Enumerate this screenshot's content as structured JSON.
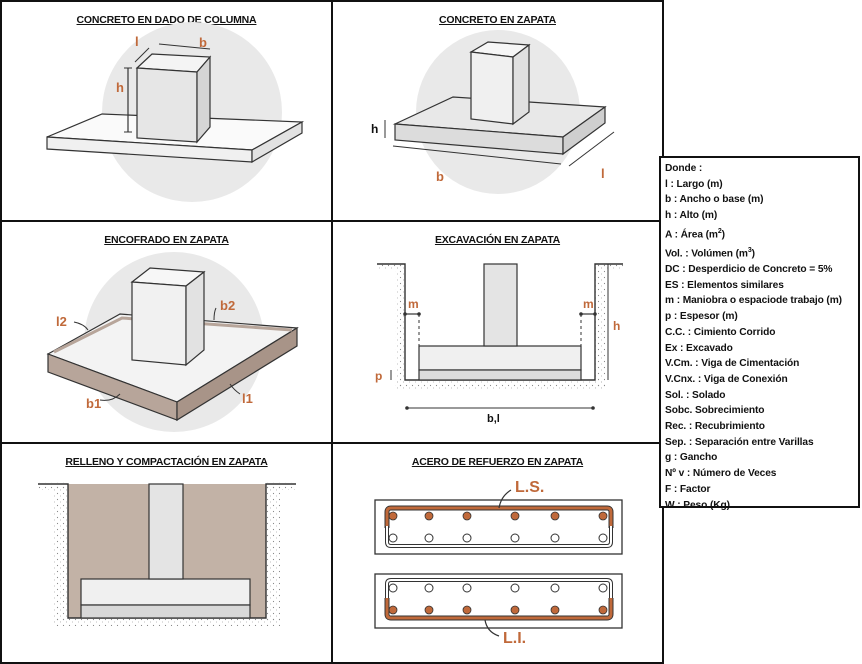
{
  "panels": {
    "dado": {
      "title": "CONCRETO EN DADO DE COLUMNA",
      "labels": {
        "l": "l",
        "b": "b",
        "h": "h"
      }
    },
    "zapata": {
      "title": "CONCRETO EN ZAPATA",
      "labels": {
        "h": "h",
        "b": "b",
        "l": "l"
      }
    },
    "encofrado": {
      "title": "ENCOFRADO EN ZAPATA",
      "labels": {
        "l2": "l2",
        "b2": "b2",
        "b1": "b1",
        "l1": "l1"
      }
    },
    "excavacion": {
      "title": "EXCAVACIÓN EN ZAPATA",
      "labels": {
        "m_left": "m",
        "m_right": "m",
        "h": "h",
        "p": "p",
        "bl": "b,l"
      }
    },
    "relleno": {
      "title": "RELLENO Y COMPACTACIÓN EN ZAPATA"
    },
    "acero": {
      "title": "ACERO DE REFUERZO EN ZAPATA",
      "labels": {
        "ls": "L.S.",
        "li": "L.I."
      }
    }
  },
  "legend": {
    "items": [
      "Donde :",
      "l : Largo (m)",
      "b : Ancho o base (m)",
      "h : Alto (m)",
      "A : Área (m",
      "Vol. : Volúmen (m",
      "DC : Desperdicio de Concreto = 5%",
      "ES : Elementos similares",
      "m : Maniobra o espaciode trabajo (m)",
      "p : Espesor (m)",
      "C.C. : Cimiento Corrido",
      "Ex : Excavado",
      "V.Cm. : Viga de Cimentación",
      "V.Cnx. : Viga de Conexión",
      "Sol. : Solado",
      "Sobc. Sobrecimiento",
      "Rec. : Recubrimiento",
      "Sep. : Separación entre Varillas",
      "g : Gancho",
      "Nº v : Número de Veces",
      "F : Factor",
      "W : Peso (Kg)"
    ],
    "sup_area": "2",
    "sup_area_tail": ")",
    "sup_vol": "3",
    "sup_vol_tail": ")"
  },
  "colors": {
    "accent": "#c0693a",
    "formwork": "#b7a59a",
    "soil": "#c2b2a6",
    "concrete": "#e4e4e4",
    "halo": "#e9e9e9"
  }
}
